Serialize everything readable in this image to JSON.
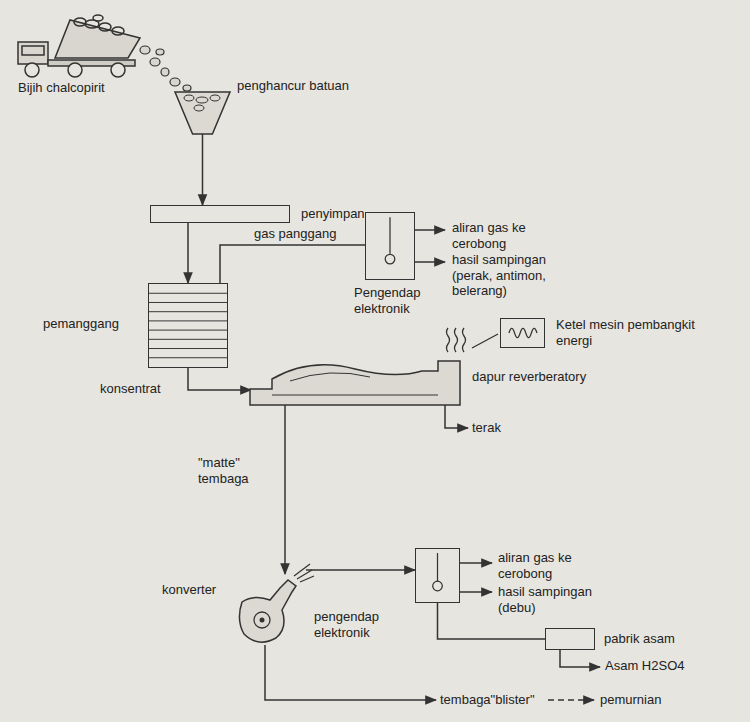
{
  "diagram": {
    "nodes": [
      {
        "text": [
          "penghancur batuan"
        ]
      },
      {
        "text": [
          "penyimpan"
        ]
      },
      {
        "text": [
          "pemanggang"
        ]
      },
      {
        "text": [
          "Pengendap elektronik"
        ]
      },
      {
        "text": [
          "dapur reverberatory"
        ]
      },
      {
        "text": [
          "Ketel mesin pembangkit energi"
        ]
      },
      {
        "text": [
          "konverter"
        ]
      },
      {
        "text": [
          "pengendap elektronik"
        ]
      },
      {
        "text": [
          "pabrik asam"
        ]
      }
    ],
    "edges": [
      {
        "from": 0,
        "to": 1,
        "arrow": "to"
      },
      {
        "from": 1,
        "to": 2,
        "arrow": "to"
      },
      {
        "from": 2,
        "to": 3,
        "label": "gas panggang",
        "arrow": "none"
      },
      {
        "from": 2,
        "to": 4,
        "label": "konsentrat",
        "arrow": "to"
      },
      {
        "from": 4,
        "to": 6,
        "label": "\"matte\" tembaga",
        "arrow": "to"
      },
      {
        "from": 6,
        "to": 7,
        "arrow": "to"
      },
      {
        "from": 7,
        "to": 8,
        "arrow": "none"
      }
    ],
    "labels": [
      "Bijih chalcopirit",
      "aliran gas ke cerobong",
      "hasil sampingan (perak, antimon, belerang)",
      "terak",
      "aliran gas ke cerobong",
      "hasil sampingan (debu)",
      "Asam H2SO4",
      "tembaga\"blister\"",
      "pemurnian"
    ]
  }
}
